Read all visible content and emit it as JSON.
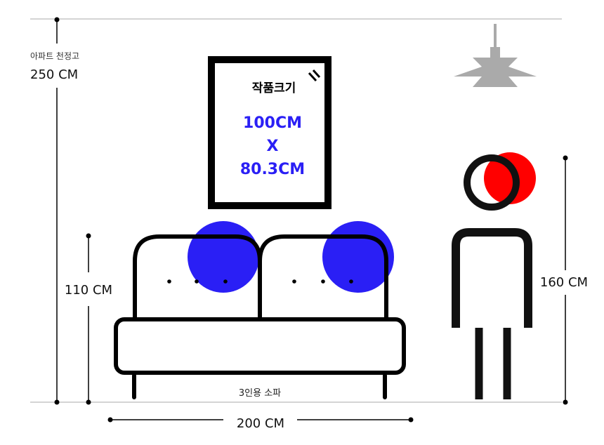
{
  "ceiling": {
    "label": "아파트 천정고",
    "value": "250 CM"
  },
  "artwork": {
    "title": "작품크기",
    "width": "100CM",
    "times": "X",
    "height": "80.3CM"
  },
  "sofa": {
    "label": "3인용 소파",
    "height": "110 CM",
    "width": "200 CM"
  },
  "person": {
    "height": "160 CM"
  },
  "colors": {
    "accent_blue": "#2a1ff5",
    "accent_red": "#ff0000",
    "line": "#111111",
    "lamp": "#aaaaaa",
    "guide": "#bbbbbb"
  }
}
